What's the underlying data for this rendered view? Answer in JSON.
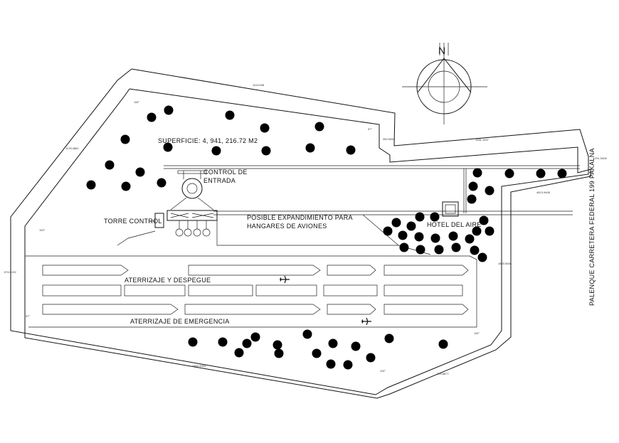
{
  "labels": {
    "superficie": "SUPERFICIE: 4, 941, 216.72 M2",
    "control_line1": "CONTROL DE",
    "control_line2": "ENTRADA",
    "torre_control": "TORRE CONTROL",
    "expansion_line1": "POSIBLE EXPANDIMIENTO PARA",
    "expansion_line2": "HANGARES DE AVIONES",
    "hotel": "HOTEL DEL AIRE",
    "aterrizaje_despegue": "ATERRIZAJE Y DESPEGUE",
    "aterrizaje_emergencia": "ATERRIZAJE DE EMERGENCIA",
    "carretera": "PALENQUE   CARRETERA FEDERAL 199   PAKALNA",
    "north": "N"
  },
  "dimensions": {
    "top_edge": "1110.698",
    "top_angle": "118°",
    "right_notch": "284.5268",
    "right_angle": "97°",
    "top_right_edge": "1281.1937",
    "far_right": "291.5408",
    "road_length": "4613.9408",
    "right_side": "1883.5548",
    "left_upper": "1178.4862",
    "left_angle": "153°",
    "left_lower": "676.3132",
    "bottom_left_angle": "97°",
    "bottom_edge": "2469.3963",
    "bottom_right_angle": "119°",
    "right_bottom_angle": "115°",
    "bottom_right_edge": "703.6877"
  },
  "icons": [
    "north-arrow-icon",
    "tree-icon",
    "airplane-icon",
    "building-icon"
  ]
}
